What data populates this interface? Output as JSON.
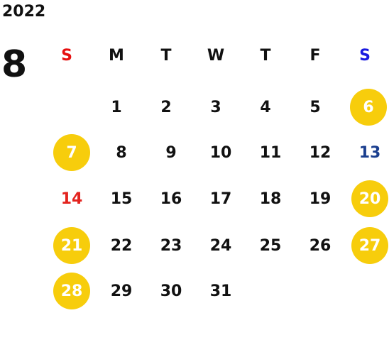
{
  "year": "2022",
  "month": "8",
  "weekdays": [
    "S",
    "M",
    "T",
    "W",
    "T",
    "F",
    "S"
  ],
  "weeks": [
    [
      "",
      "1",
      "2",
      "3",
      "4",
      "5",
      "6"
    ],
    [
      "7",
      "8",
      "9",
      "10",
      "11",
      "12",
      "13"
    ],
    [
      "14",
      "15",
      "16",
      "17",
      "18",
      "19",
      "20"
    ],
    [
      "21",
      "22",
      "23",
      "24",
      "25",
      "26",
      "27"
    ],
    [
      "28",
      "29",
      "30",
      "31",
      "",
      "",
      ""
    ]
  ],
  "colors": {
    "holiday_circle": "#f7cd0c",
    "sunday_header": "#e60f0f",
    "saturday_header": "#1a1ae0",
    "sunday_text": "#e3231e",
    "saturday_text": "#1b3f8f"
  }
}
